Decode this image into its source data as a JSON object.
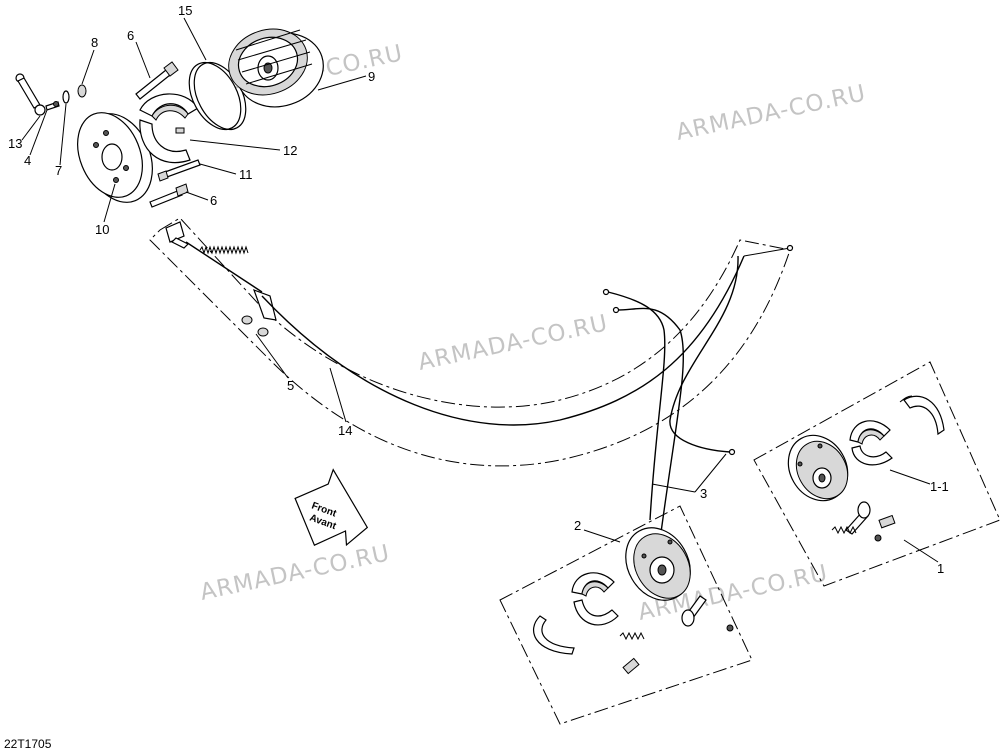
{
  "figure": {
    "reference_code": "22T1705",
    "watermark_text": "ARMADA-CO.RU",
    "direction_arrow": {
      "line1": "Front",
      "line2": "Avant"
    }
  },
  "callouts": [
    {
      "id": "13",
      "text": "13"
    },
    {
      "id": "4",
      "text": "4"
    },
    {
      "id": "7",
      "text": "7"
    },
    {
      "id": "8",
      "text": "8"
    },
    {
      "id": "6a",
      "text": "6"
    },
    {
      "id": "15",
      "text": "15"
    },
    {
      "id": "9",
      "text": "9"
    },
    {
      "id": "12",
      "text": "12"
    },
    {
      "id": "11",
      "text": "11"
    },
    {
      "id": "6b",
      "text": "6"
    },
    {
      "id": "10",
      "text": "10"
    },
    {
      "id": "5",
      "text": "5"
    },
    {
      "id": "14",
      "text": "14"
    },
    {
      "id": "3",
      "text": "3"
    },
    {
      "id": "2",
      "text": "2"
    },
    {
      "id": "1-1",
      "text": "1-1"
    },
    {
      "id": "1",
      "text": "1"
    }
  ]
}
